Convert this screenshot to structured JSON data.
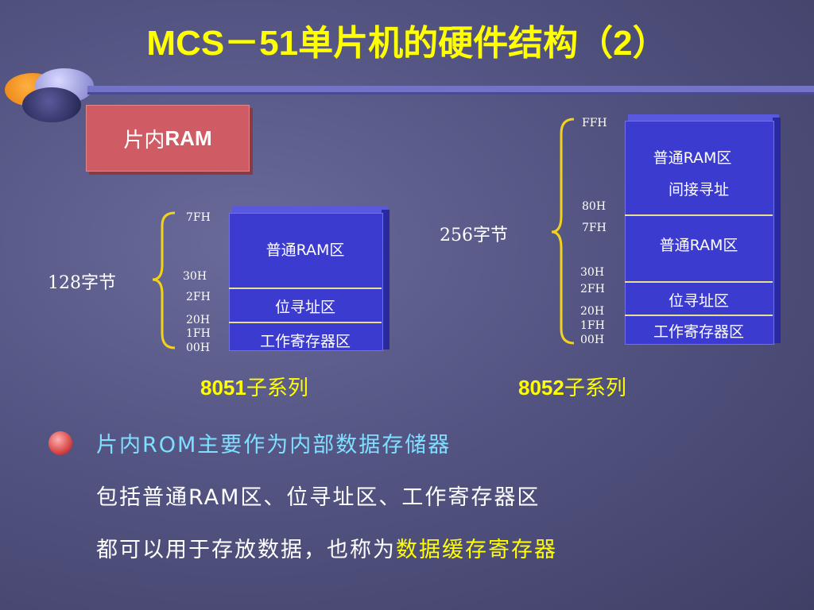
{
  "title": "MCS－51单片机的硬件结构（2）",
  "ram_tag": {
    "prefix": "片内",
    "bold": "RAM"
  },
  "left": {
    "bytes_label": "128字节",
    "addresses": {
      "a7fh": "7FH",
      "a30h": "30H",
      "a2fh": "2FH",
      "a20h": "20H",
      "a1fh": "1FH",
      "a00h": "00H"
    },
    "segments": {
      "general": "普通RAM区",
      "bit": "位寻址区",
      "work": "工作寄存器区"
    },
    "series": {
      "num": "8051",
      "text": "子系列"
    }
  },
  "right": {
    "bytes_label": "256字节",
    "addresses": {
      "affh": "FFH",
      "a80h": "80H",
      "a7fh": "7FH",
      "a30h": "30H",
      "a2fh": "2FH",
      "a20h": "20H",
      "a1fh": "1FH",
      "a00h": "00H"
    },
    "segments": {
      "upper1": "普通RAM区",
      "upper2": "间接寻址",
      "general": "普通RAM区",
      "bit": "位寻址区",
      "work": "工作寄存器区"
    },
    "series": {
      "num": "8052",
      "text": "子系列"
    }
  },
  "bullets": {
    "line1": "片内ROM主要作为内部数据存储器",
    "line2": "包括普通RAM区、位寻址区、工作寄存器区",
    "line3_plain": "都可以用于存放数据，也称为",
    "line3_highlight": "数据缓存寄存器"
  },
  "colors": {
    "title": "#ffff00",
    "bullet1": "#7fdfff",
    "highlight": "#ffff00",
    "ram_tag": "#cf5c64",
    "block": "#3b3bd0"
  }
}
